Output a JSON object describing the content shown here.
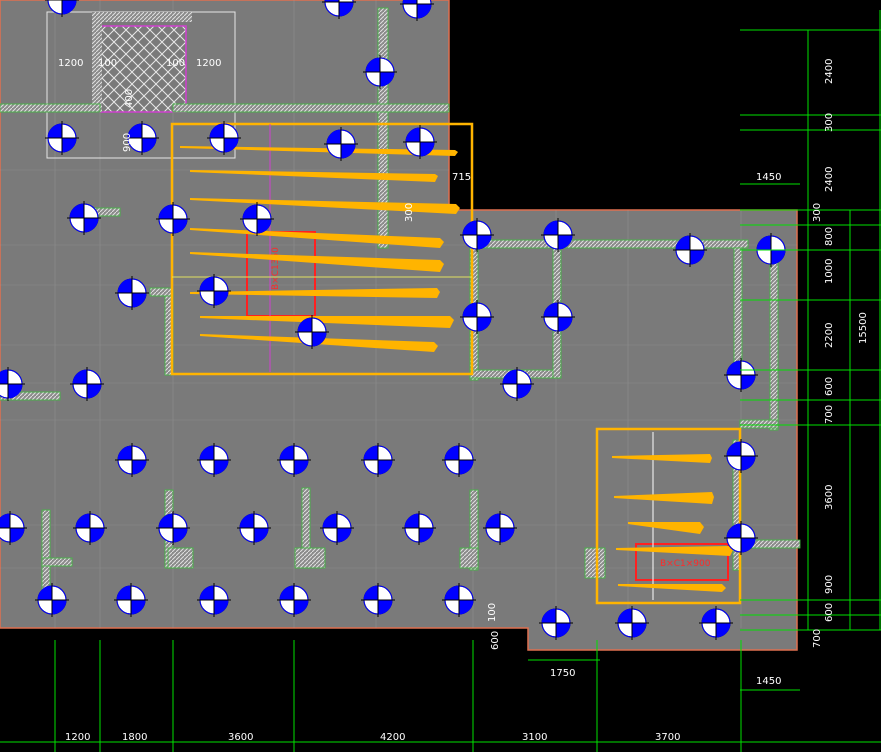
{
  "drawing": {
    "dimensions_bottom": [
      "1200",
      "1800",
      "3600",
      "4200",
      "3100",
      "3700"
    ],
    "dimensions_right": [
      "2400",
      "300",
      "2400",
      "300",
      "800",
      "1000",
      "2200",
      "600",
      "700",
      "3600",
      "900",
      "600"
    ],
    "total_right": "15500",
    "dim_1450_top": "1450",
    "dim_1450_bottom": "1450",
    "dim_1750": "1750",
    "dim_715": "715",
    "dim_300": "300",
    "dim_600_step": "600",
    "dim_100_step": "100",
    "dim_700_right": "700",
    "dim_900_left": "900",
    "dim_400_pit": "400",
    "pit_dims": [
      "1200",
      "100",
      "100",
      "1200"
    ],
    "beam_label_1": "B×C1350",
    "beam_label_2": "B×C1×900"
  },
  "colors": {
    "slab": "#7a7a7a",
    "highlight": "#ffb400",
    "dimension": "#00e000",
    "wall_hatch": "#cfcfcf",
    "marker": "#0000ff",
    "red": "#ff2020"
  }
}
